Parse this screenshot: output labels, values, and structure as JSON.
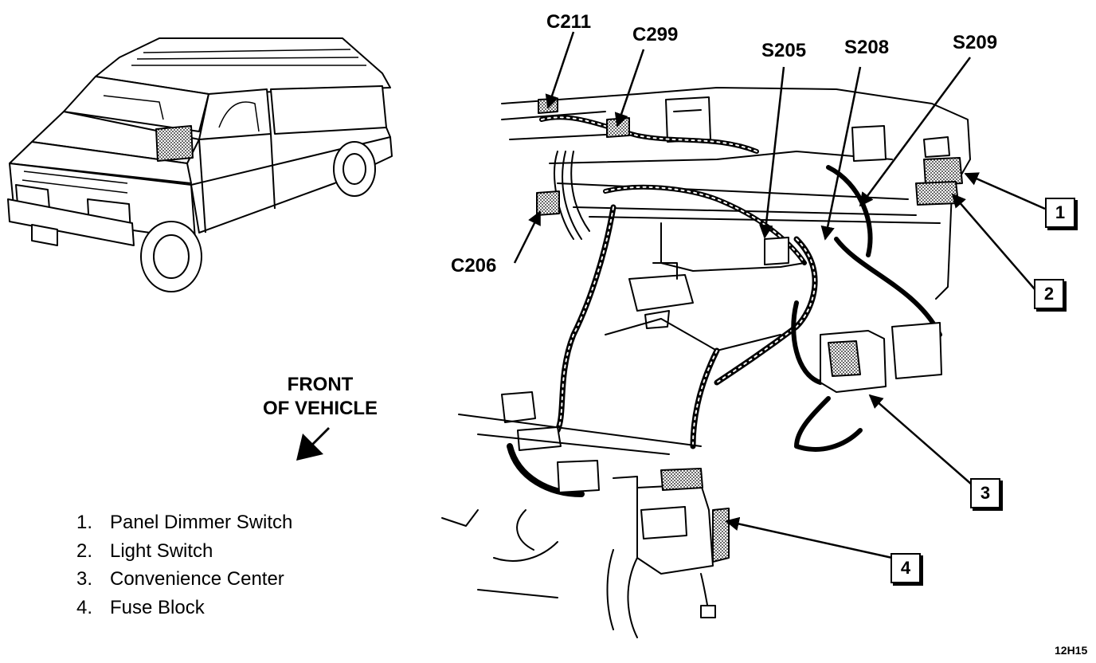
{
  "connectors": {
    "c211": "C211",
    "c299": "C299",
    "c206": "C206",
    "s205": "S205",
    "s208": "S208",
    "s209": "S209"
  },
  "callout_numbers": [
    "1",
    "2",
    "3",
    "4"
  ],
  "orientation": {
    "line1": "FRONT",
    "line2": "OF VEHICLE"
  },
  "legend": [
    {
      "num": "1.",
      "label": "Panel Dimmer Switch"
    },
    {
      "num": "2.",
      "label": "Light Switch"
    },
    {
      "num": "3.",
      "label": "Convenience Center"
    },
    {
      "num": "4.",
      "label": "Fuse Block"
    }
  ],
  "figure_code": "12H15",
  "colors": {
    "ink": "#000000",
    "paper": "#ffffff",
    "shade": "#9a9a9a"
  }
}
